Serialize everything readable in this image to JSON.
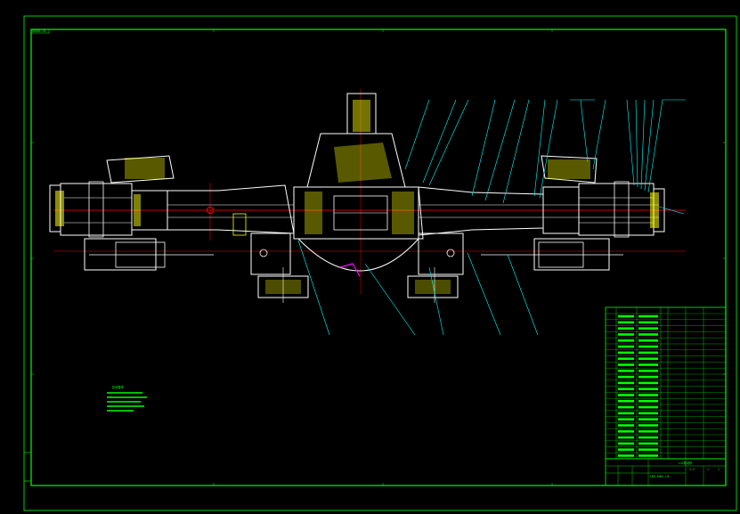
{
  "drawing": {
    "title_block_title": "L42驱动桥",
    "title_block_code": "LMG-0001-LB",
    "corner_label": "QD004-LB",
    "scale_cells": [
      "1:5",
      "1",
      "1"
    ],
    "tech_notes_heading": "技术要求"
  },
  "colors": {
    "background": "#000000",
    "frame": "#00ff00",
    "part": "#ffffff",
    "section": "#ffff00",
    "centerline": "#ff0000",
    "leader": "#00ffff",
    "seal": "#ff00ff"
  }
}
